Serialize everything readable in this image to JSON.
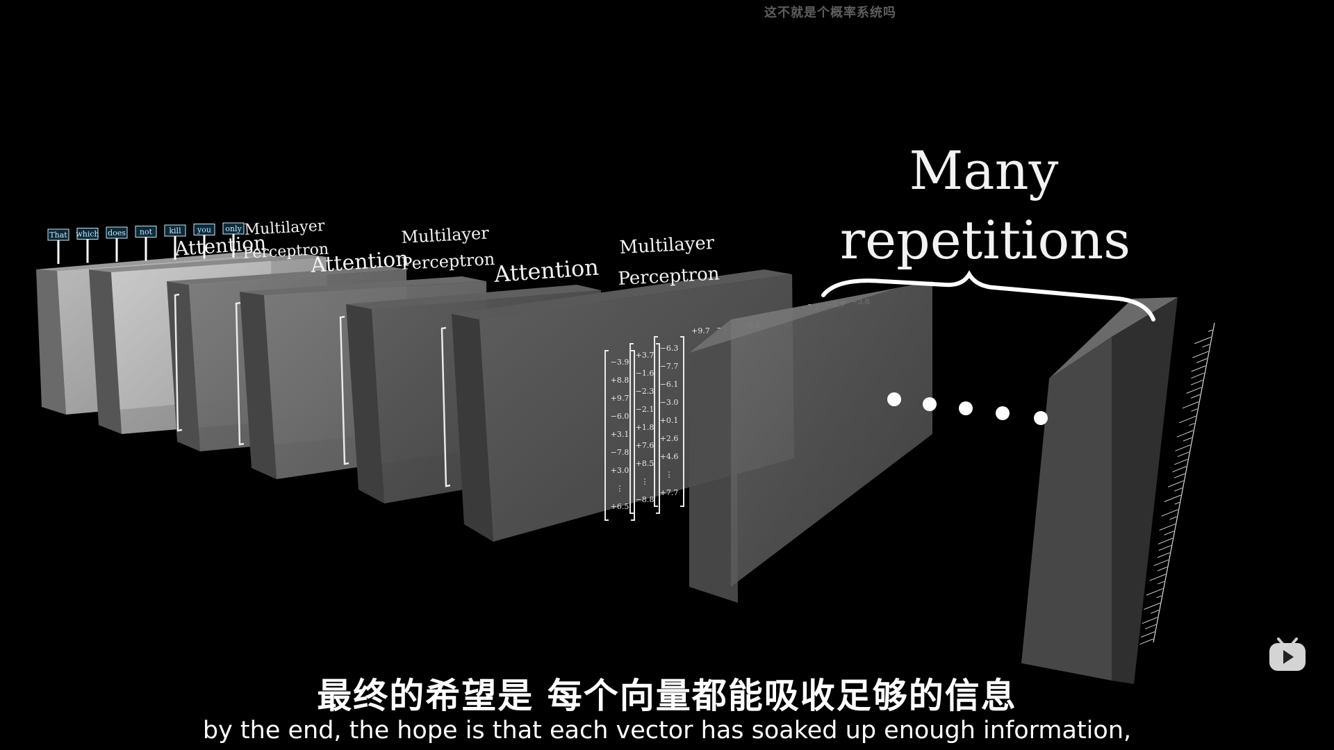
{
  "video_title": "这不就是个概率系统吗",
  "diagram": {
    "tokens": [
      "That",
      "which",
      "does",
      "not",
      "kill",
      "you",
      "only"
    ],
    "layer_labels": {
      "attention_1": "Attention",
      "mlp_1_line1": "Multilayer",
      "mlp_1_line2": "Perceptron",
      "attention_2": "Attention",
      "mlp_2_line1": "Multilayer",
      "mlp_2_line2": "Perceptron",
      "attention_3": "Attention",
      "mlp_3_line1": "Multilayer",
      "mlp_3_line2": "Perceptron"
    },
    "repetition_label_line1": "Many",
    "repetition_label_line2": "repetitions",
    "vector_columns": [
      [
        "−3.9",
        "+8.8",
        "+9.7",
        "−6.0",
        "+3.1",
        "−7.8",
        "+3.0",
        "⋮",
        "+6.5"
      ],
      [
        "+3.7",
        "−1.6",
        "−2.3",
        "−2.1",
        "+1.8",
        "+7.6",
        "+8.5",
        "⋮",
        "−8.8"
      ],
      [
        "−6.3",
        "−7.7",
        "−6.1",
        "−3.0",
        "+0.1",
        "+2.6",
        "+4.6",
        "⋮",
        "+7.7"
      ]
    ],
    "vector_header_values": [
      "+9.7",
      "−4.5",
      "−0.4",
      "−5.2",
      "−4.9",
      "−3.8"
    ]
  },
  "subtitles": {
    "chinese": "最终的希望是  每个向量都能吸收足够的信息",
    "english": "by the end, the hope is that each vector has soaked up enough information,"
  },
  "icons": {
    "play": "play-icon"
  }
}
